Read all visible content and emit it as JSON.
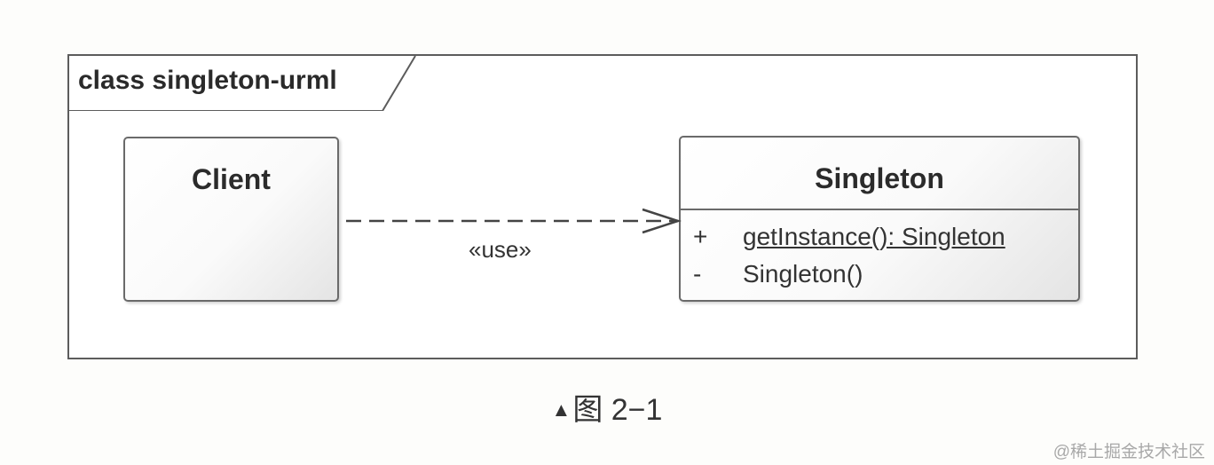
{
  "frame": {
    "title": "class singleton-urml"
  },
  "classes": {
    "client": {
      "name": "Client"
    },
    "singleton": {
      "name": "Singleton",
      "operations": [
        {
          "visibility": "+",
          "signature": "getInstance(): Singleton",
          "static": true
        },
        {
          "visibility": "-",
          "signature": "Singleton()",
          "static": false
        }
      ]
    }
  },
  "dependency": {
    "stereotype": "«use»"
  },
  "caption": {
    "marker": "▲",
    "text": "图 2−1"
  },
  "watermark": "@稀土掘金技术社区",
  "colors": {
    "border": "#5c5c5c",
    "text": "#222222",
    "watermark": "#a8a8a8"
  }
}
